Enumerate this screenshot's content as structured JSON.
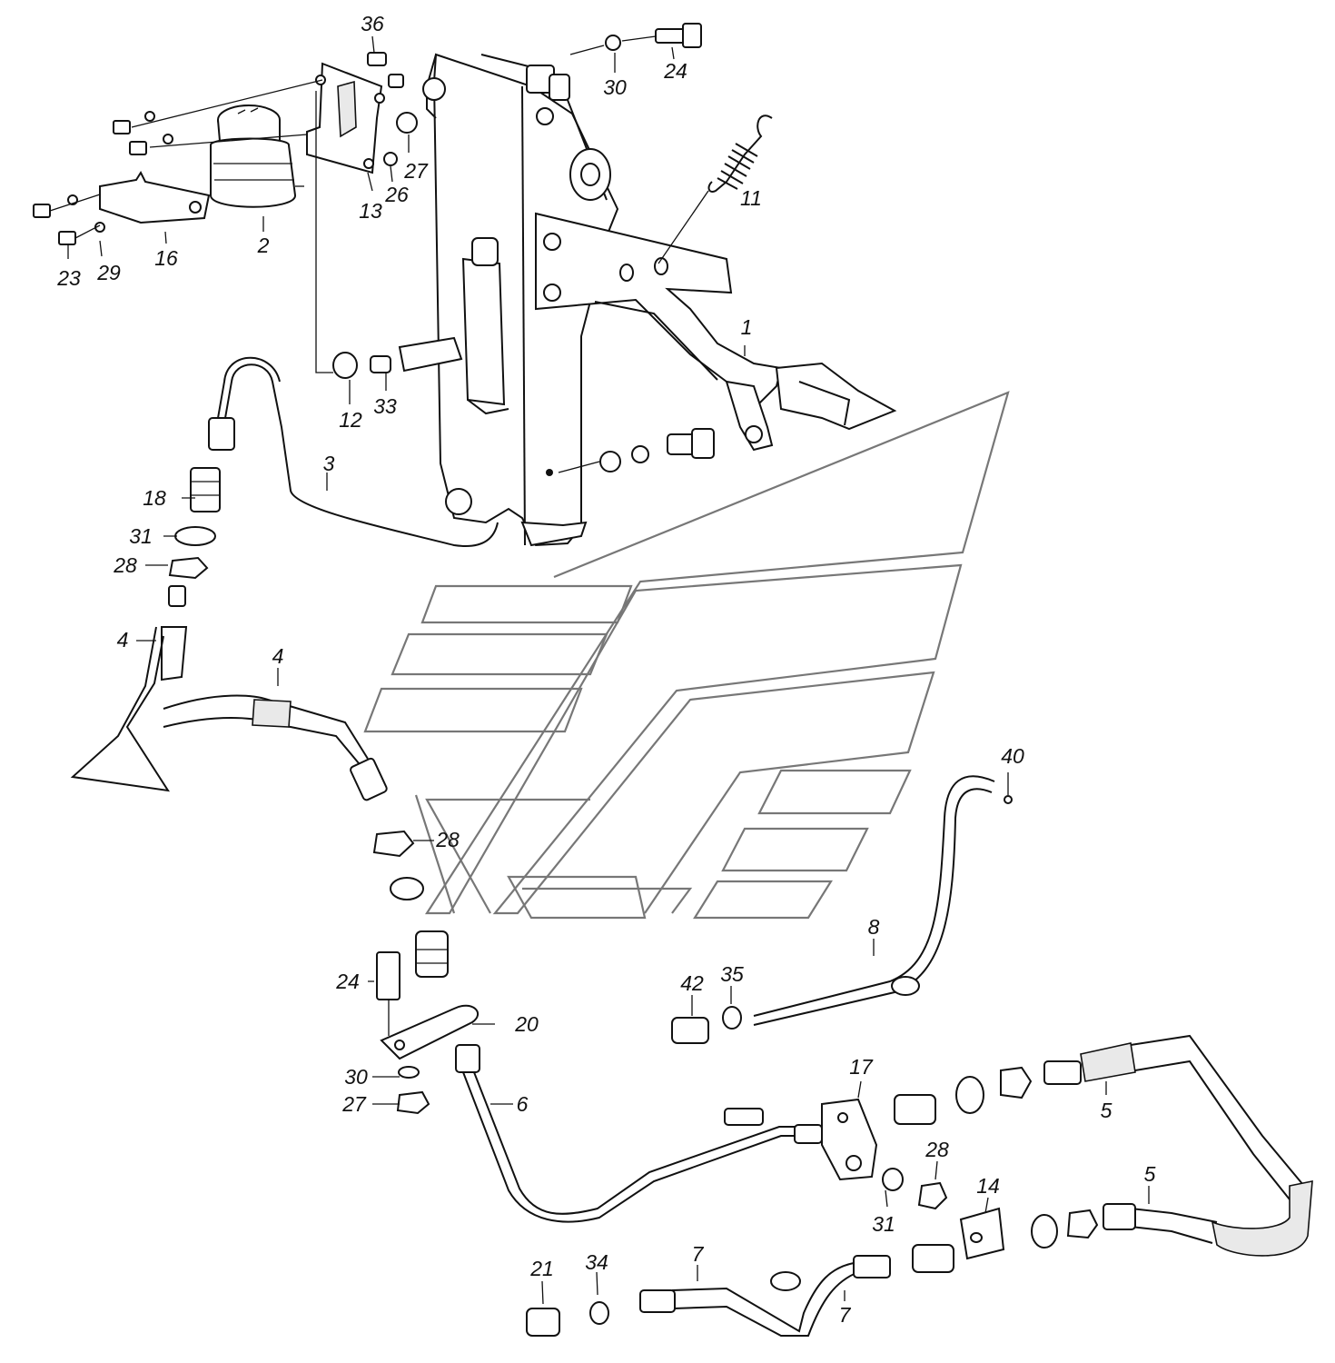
{
  "callouts": {
    "c36": "36",
    "c30_top": "30",
    "c24_top": "24",
    "c27_top": "27",
    "c26": "26",
    "c13": "13",
    "c11": "11",
    "c2": "2",
    "c16": "16",
    "c23": "23",
    "c29": "29",
    "c1": "1",
    "c12": "12",
    "c33": "33",
    "c3": "3",
    "c18": "18",
    "c31_left": "31",
    "c28_left": "28",
    "c4_left": "4",
    "c4_mid": "4",
    "c28_mid": "28",
    "c40": "40",
    "c8": "8",
    "c42": "42",
    "c35": "35",
    "c24_bottom": "24",
    "c20": "20",
    "c30_bottom": "30",
    "c27_bottom": "27",
    "c6": "6",
    "c17": "17",
    "c5_upper": "5",
    "c28_right": "28",
    "c31_right": "31",
    "c14": "14",
    "c5_lower": "5",
    "c21": "21",
    "c34": "34",
    "c7_left": "7",
    "c7_right": "7"
  },
  "colors": {
    "line": "#111111",
    "logo": "#777777",
    "background": "#ffffff"
  }
}
